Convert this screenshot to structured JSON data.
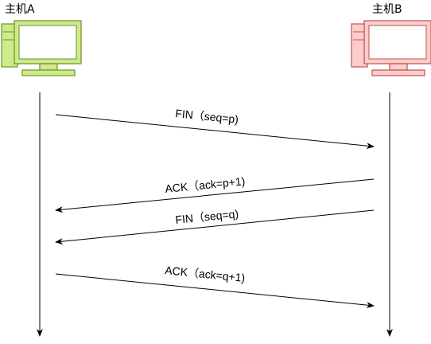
{
  "hosts": {
    "a": {
      "label": "主机A",
      "fill": "#cdeb8b",
      "stroke": "#6d8f2a",
      "screen": "#ffffff"
    },
    "b": {
      "label": "主机B",
      "fill": "#ffcccc",
      "stroke": "#b85450",
      "screen": "#ffffff"
    }
  },
  "messages": [
    {
      "label": "FIN（seq=p)",
      "from": "a",
      "to": "b"
    },
    {
      "label": "ACK（ack=p+1)",
      "from": "b",
      "to": "a"
    },
    {
      "label": "FIN（seq=q)",
      "from": "b",
      "to": "a"
    },
    {
      "label": "ACK（ack=q+1)",
      "from": "a",
      "to": "b"
    }
  ],
  "colors": {
    "line": "#000000"
  }
}
